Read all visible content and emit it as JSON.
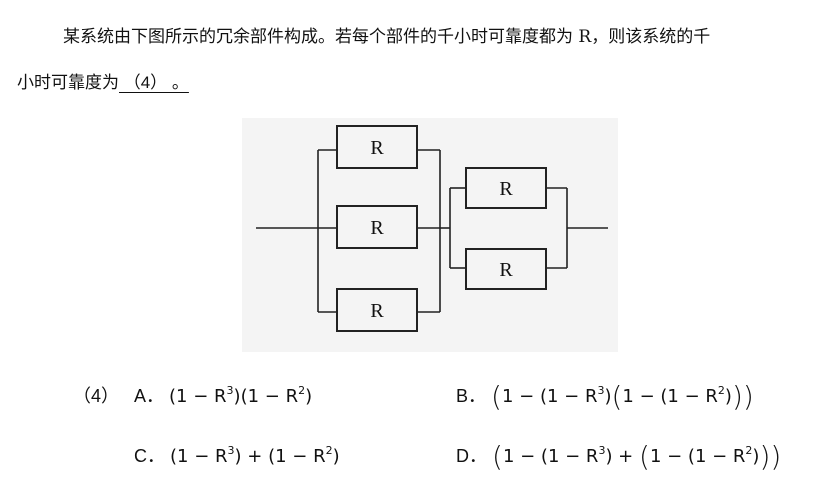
{
  "question": {
    "line1": "某系统由下图所示的冗余部件构成。若每个部件的千小时可靠度都为 R，则该系统的千",
    "line2_prefix": "小时可靠度为",
    "blank_text": " （4）  。"
  },
  "diagram": {
    "component_label": "R"
  },
  "options": {
    "number": "（4）",
    "a_letter": "A．",
    "b_letter": "B．",
    "c_letter": "C．",
    "d_letter": "D．"
  }
}
